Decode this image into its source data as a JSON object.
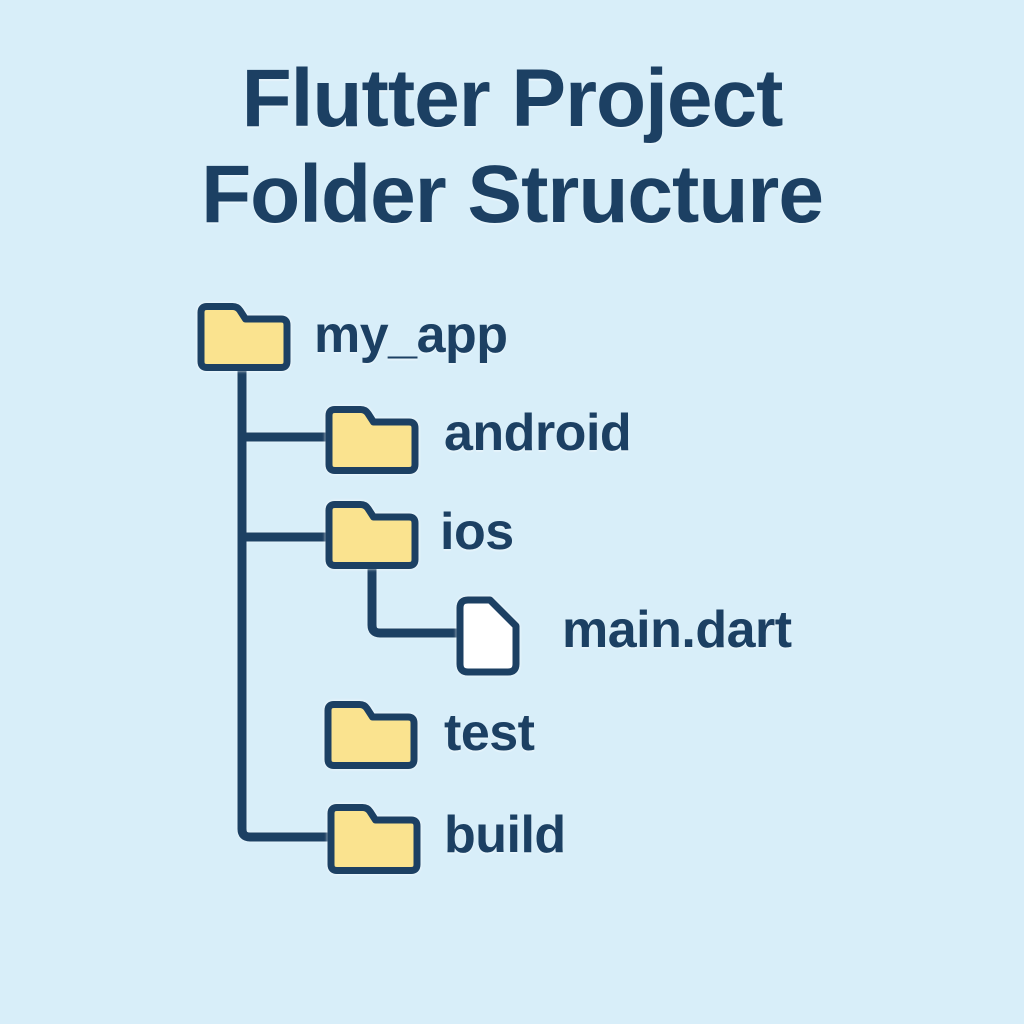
{
  "title": {
    "line1": "Flutter Project",
    "line2": "Folder Structure"
  },
  "tree": {
    "nodes": [
      {
        "label": "my_app",
        "type": "folder",
        "depth": 0,
        "icon": "folder-icon"
      },
      {
        "label": "android",
        "type": "folder",
        "depth": 1,
        "icon": "folder-icon"
      },
      {
        "label": "ios",
        "type": "folder",
        "depth": 1,
        "icon": "folder-icon"
      },
      {
        "label": "main.dart",
        "type": "file",
        "depth": 2,
        "icon": "file-icon"
      },
      {
        "label": "test",
        "type": "folder",
        "depth": 1,
        "icon": "folder-icon"
      },
      {
        "label": "build",
        "type": "folder",
        "depth": 1,
        "icon": "folder-icon"
      }
    ]
  },
  "colors": {
    "background": "#D8EEF9",
    "navy": "#1C4063",
    "folder_fill": "#FAE38F",
    "file_fill": "#FFFFFF"
  }
}
